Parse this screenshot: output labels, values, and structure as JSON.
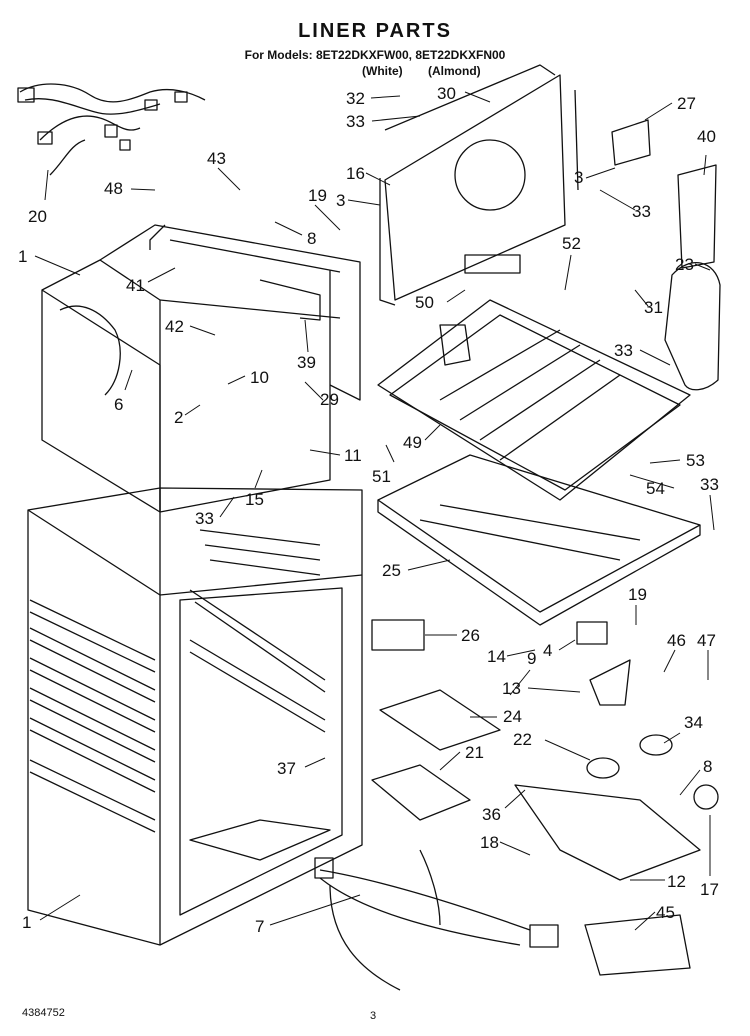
{
  "header": {
    "title": "LINER PARTS",
    "models": "For Models: 8ET22DKXFW00, 8ET22DKXFN00",
    "color_white": "(White)",
    "color_almond": "(Almond)"
  },
  "callouts": [
    {
      "num": "1"
    },
    {
      "num": "1"
    },
    {
      "num": "2"
    },
    {
      "num": "3"
    },
    {
      "num": "3"
    },
    {
      "num": "4"
    },
    {
      "num": "6"
    },
    {
      "num": "7"
    },
    {
      "num": "8"
    },
    {
      "num": "8"
    },
    {
      "num": "9"
    },
    {
      "num": "10"
    },
    {
      "num": "11"
    },
    {
      "num": "12"
    },
    {
      "num": "13"
    },
    {
      "num": "14"
    },
    {
      "num": "15"
    },
    {
      "num": "16"
    },
    {
      "num": "17"
    },
    {
      "num": "18"
    },
    {
      "num": "19"
    },
    {
      "num": "19"
    },
    {
      "num": "20"
    },
    {
      "num": "21"
    },
    {
      "num": "22"
    },
    {
      "num": "23"
    },
    {
      "num": "24"
    },
    {
      "num": "25"
    },
    {
      "num": "26"
    },
    {
      "num": "27"
    },
    {
      "num": "29"
    },
    {
      "num": "30"
    },
    {
      "num": "31"
    },
    {
      "num": "32"
    },
    {
      "num": "33"
    },
    {
      "num": "33"
    },
    {
      "num": "33"
    },
    {
      "num": "33"
    },
    {
      "num": "33"
    },
    {
      "num": "34"
    },
    {
      "num": "36"
    },
    {
      "num": "37"
    },
    {
      "num": "39"
    },
    {
      "num": "40"
    },
    {
      "num": "41"
    },
    {
      "num": "42"
    },
    {
      "num": "43"
    },
    {
      "num": "45"
    },
    {
      "num": "46"
    },
    {
      "num": "47"
    },
    {
      "num": "48"
    },
    {
      "num": "49"
    },
    {
      "num": "50"
    },
    {
      "num": "51"
    },
    {
      "num": "52"
    },
    {
      "num": "53"
    },
    {
      "num": "54"
    }
  ],
  "footer": {
    "doc_number": "4384752",
    "page_number": "3"
  }
}
